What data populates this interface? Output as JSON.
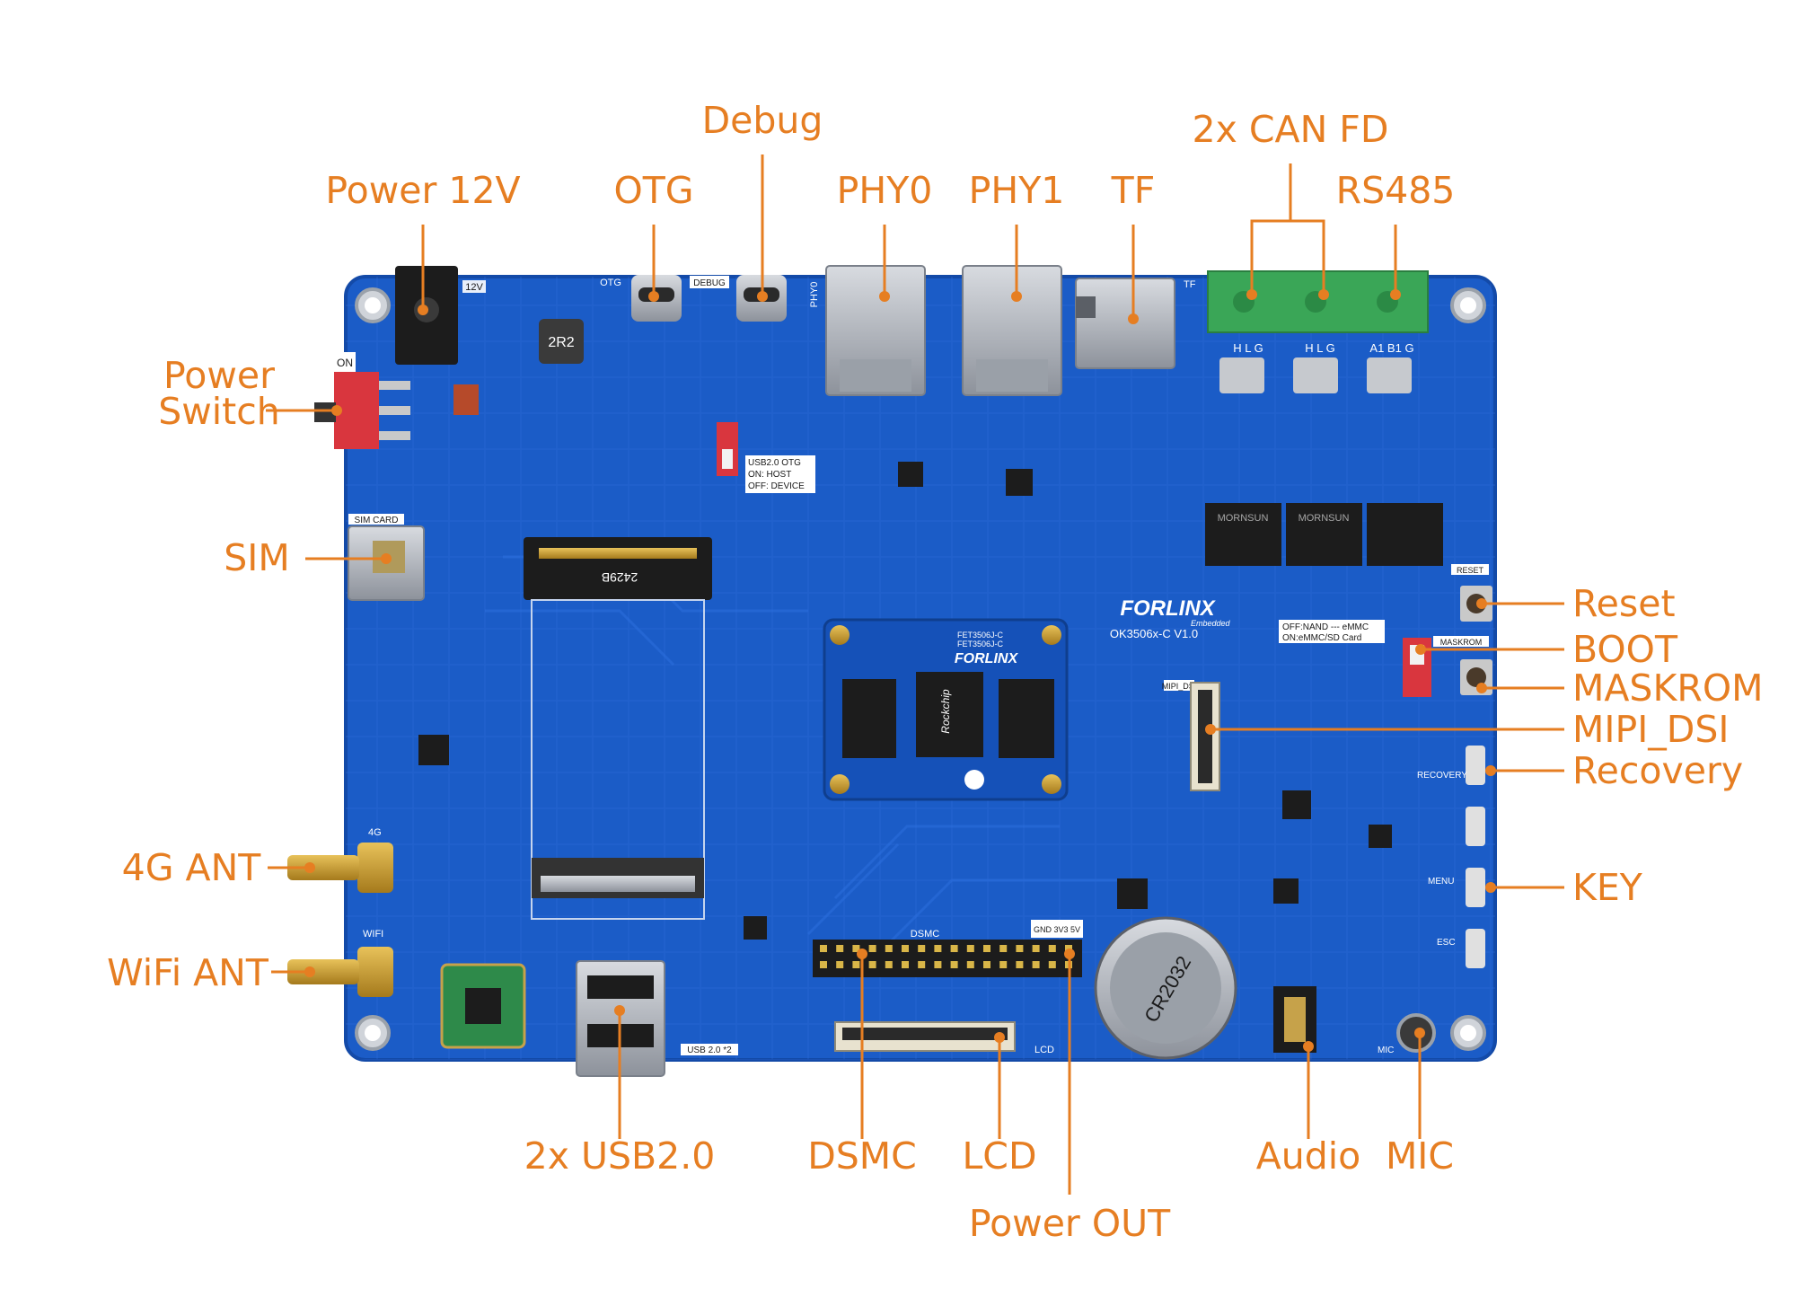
{
  "colors": {
    "board": "#1b5cc7",
    "board_edge": "#134aa8",
    "callout": "#e67e22",
    "silkscreen": "#ffffff",
    "connector_metal": "#b8bcc4",
    "terminal_green": "#3aa657",
    "chip_black": "#1c1c1c",
    "switch_red": "#d9363e"
  },
  "board": {
    "brand": "FORLINX",
    "brand_sub": "Embedded",
    "model": "OK3506x-C  V1.0",
    "som_brand": "FORLINX",
    "som_model_1": "FET3506J-C",
    "som_model_2": "FET3506J-C",
    "chip_brand": "Rockchip",
    "silk": {
      "power_12v": "12V",
      "otg": "OTG",
      "debug": "DEBUG",
      "phy0": "PHY0",
      "tf": "TF",
      "on": "ON",
      "sim_card": "SIM CARD",
      "usb_otg_switch": "USB2.0  OTG",
      "usb_otg_on": "ON: HOST",
      "usb_otg_off": "OFF: DEVICE",
      "reset": "RESET",
      "maskrom": "MASKROM",
      "boot_off": "OFF:NAND --- eMMC",
      "boot_on": "ON:eMMC/SD Card",
      "mipi_dsi": "MIPI_DSI",
      "recovery": "RECOVERY",
      "menu": "MENU",
      "esc": "ESC",
      "four_g": "4G",
      "wifi": "WIFI",
      "dsmc": "DSMC",
      "lcd": "LCD",
      "usb2": "USB 2.0 *2",
      "mic": "MIC",
      "gnd_3v3_5v": "GND 3V3 5V",
      "battery": "CR2032",
      "inductor": "2R2",
      "mornsun": "MORNSUN",
      "can_hlg": "H L G",
      "rs485_abg": "A1 B1 G",
      "m2_label": "2429B"
    }
  },
  "callouts": [
    {
      "id": "power-12v",
      "label": "Power 12V"
    },
    {
      "id": "otg",
      "label": "OTG"
    },
    {
      "id": "debug",
      "label": "Debug"
    },
    {
      "id": "phy0",
      "label": "PHY0"
    },
    {
      "id": "phy1",
      "label": "PHY1"
    },
    {
      "id": "tf",
      "label": "TF"
    },
    {
      "id": "can-fd",
      "label": "2x CAN FD"
    },
    {
      "id": "rs485",
      "label": "RS485"
    },
    {
      "id": "power-switch-1",
      "label": "Power"
    },
    {
      "id": "power-switch-2",
      "label": "Switch"
    },
    {
      "id": "sim",
      "label": "SIM"
    },
    {
      "id": "reset",
      "label": "Reset"
    },
    {
      "id": "boot",
      "label": "BOOT"
    },
    {
      "id": "maskrom",
      "label": "MASKROM"
    },
    {
      "id": "mipi-dsi",
      "label": "MIPI_DSI"
    },
    {
      "id": "recovery",
      "label": "Recovery"
    },
    {
      "id": "key",
      "label": "KEY"
    },
    {
      "id": "4g-ant",
      "label": "4G ANT"
    },
    {
      "id": "wifi-ant",
      "label": "WiFi ANT"
    },
    {
      "id": "usb2",
      "label": "2x USB2.0"
    },
    {
      "id": "dsmc",
      "label": "DSMC"
    },
    {
      "id": "lcd",
      "label": "LCD"
    },
    {
      "id": "power-out",
      "label": "Power OUT"
    },
    {
      "id": "audio",
      "label": "Audio"
    },
    {
      "id": "mic",
      "label": "MIC"
    }
  ]
}
